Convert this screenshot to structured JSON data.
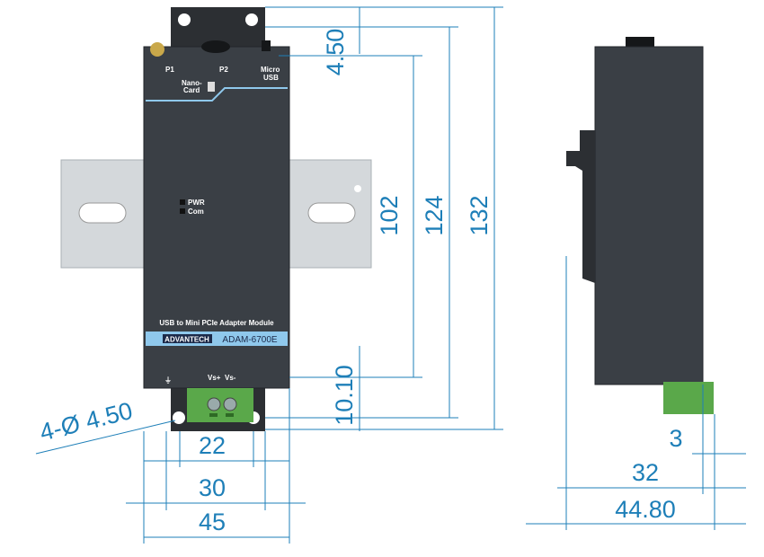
{
  "device": {
    "ports": {
      "p1": "P1",
      "p2": "P2",
      "micro_usb_1": "Micro",
      "micro_usb_2": "USB",
      "nano_card_1": "Nano-",
      "nano_card_2": "Card"
    },
    "leds": {
      "pwr": "PWR",
      "com": "Com"
    },
    "title": "USB to Mini PCIe Adapter Module",
    "brand": "ADVANTECH",
    "model": "ADAM-6700E",
    "terminals": {
      "vs_plus": "Vs+",
      "vs_minus": "Vs-"
    }
  },
  "dimensions": {
    "top_offset": "4.50",
    "inner_height": "102",
    "mid_height": "124",
    "total_height": "132",
    "bottom_offset": "10.10",
    "holes": "4-Ø 4.50",
    "width_22": "22",
    "width_30": "30",
    "width_45": "45",
    "side_3": "3",
    "side_32": "32",
    "side_depth": "44.80"
  },
  "colors": {
    "dimension": "#1e7fb8",
    "body": "#3a3f45",
    "accent": "#8fc8ec",
    "terminal": "#5aa84a"
  }
}
